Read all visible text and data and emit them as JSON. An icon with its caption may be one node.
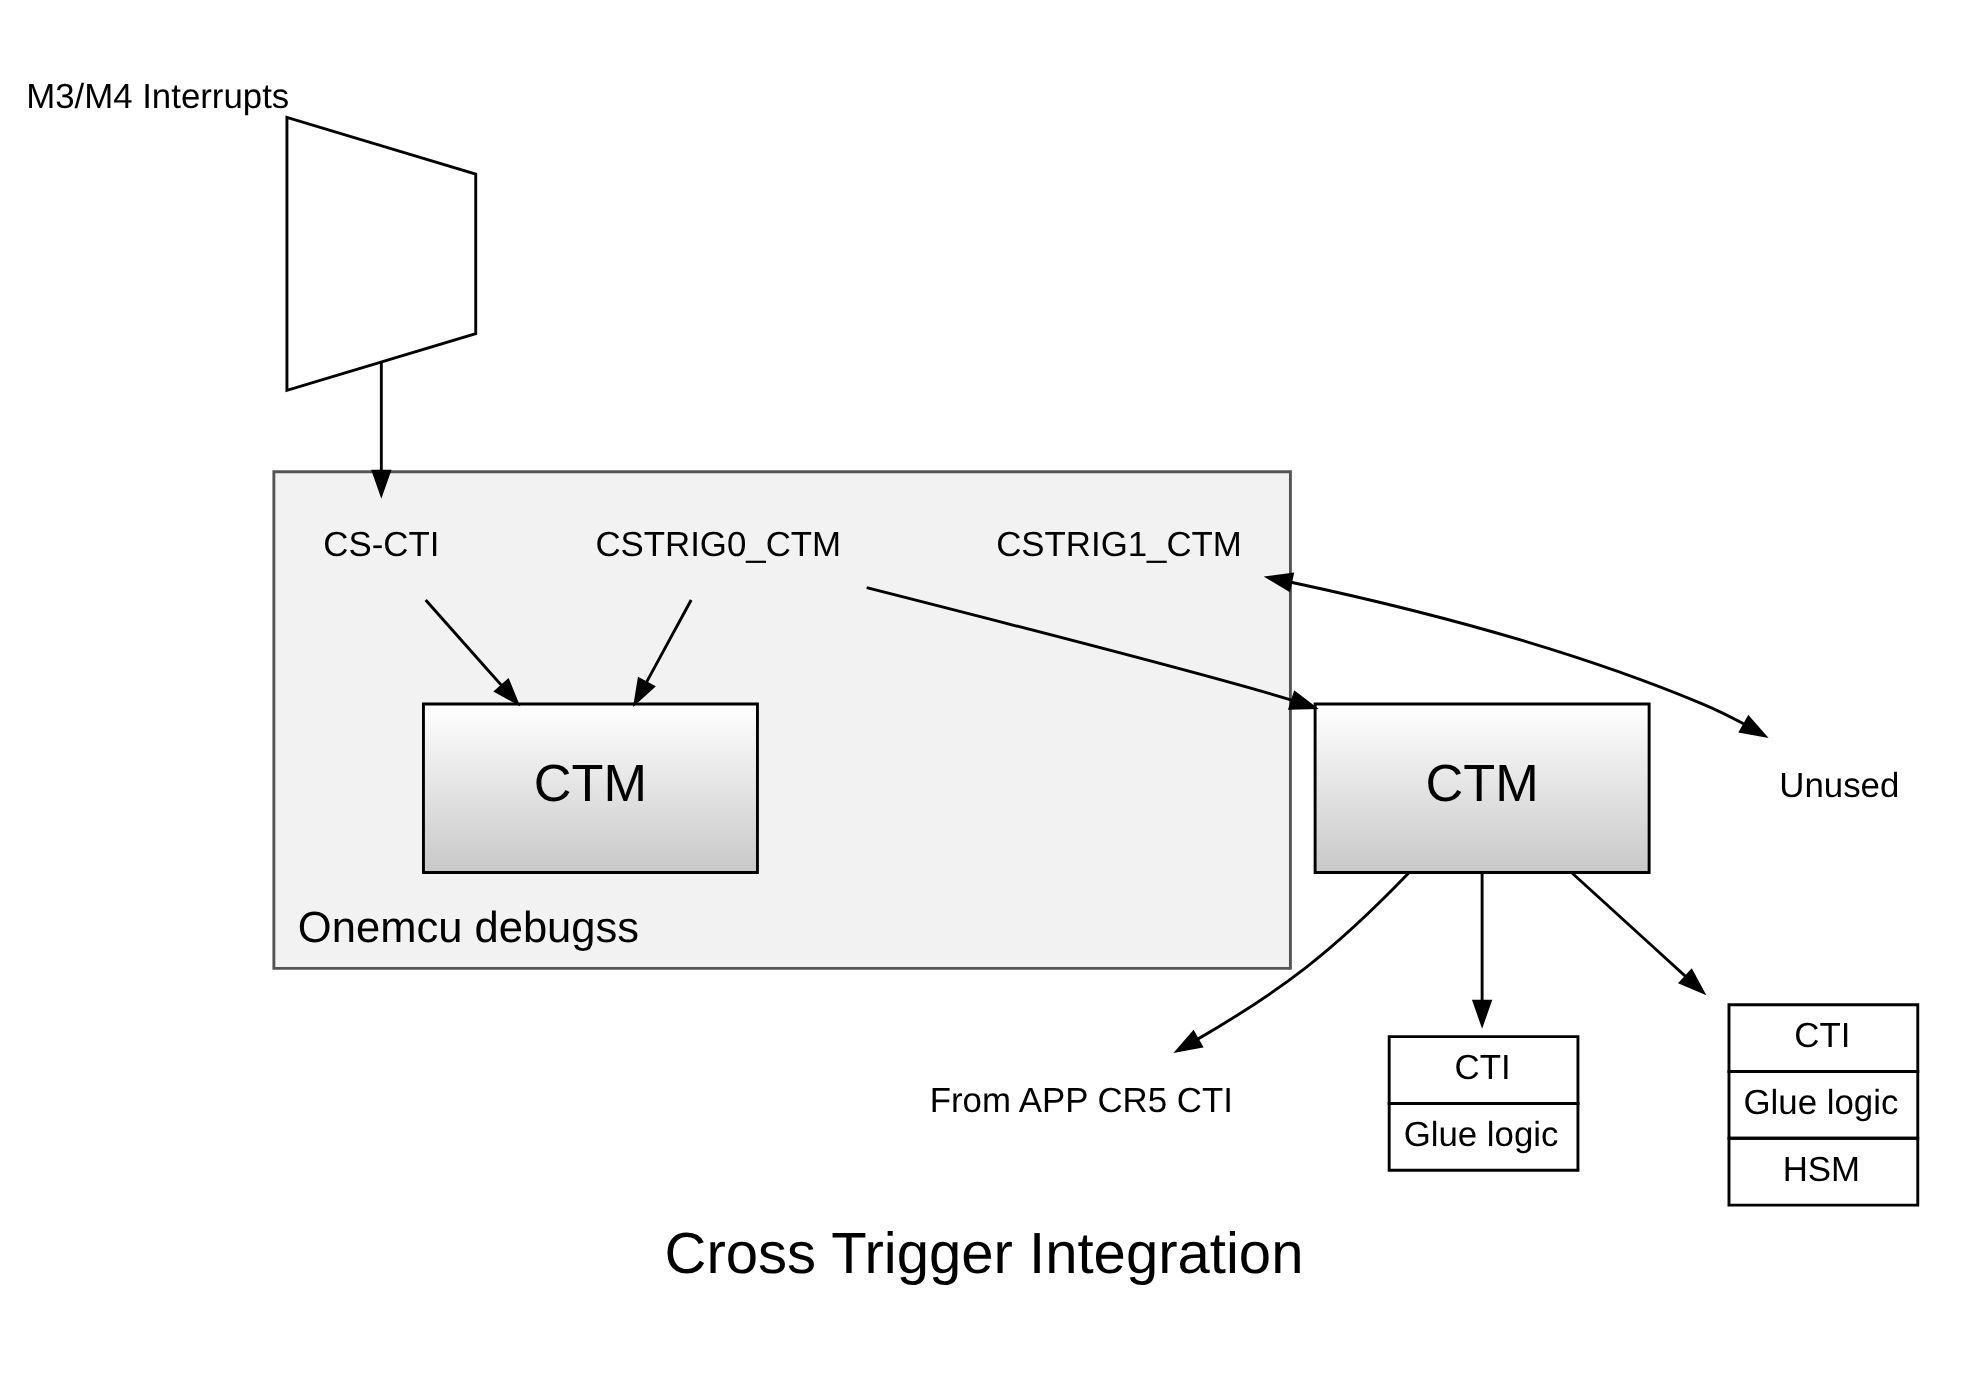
{
  "diagram": {
    "caption": "Cross Trigger Integration",
    "nodes": [
      {
        "text": [
          "Onemcu debugss"
        ]
      },
      {
        "text": [
          "CTM"
        ],
        "in": 0
      },
      {
        "text": [
          "CS-CTI"
        ],
        "in": 0
      },
      {
        "text": [
          "CSTRIG0_CTM"
        ],
        "in": 0
      },
      {
        "text": [
          "CSTRIG1_CTM"
        ],
        "in": 0
      },
      {
        "text": [],
        "shape": "trapezoid",
        "beside": [
          "M3/M4 Interrupts"
        ]
      },
      {
        "text": [
          "CTM"
        ]
      },
      {
        "text": [
          "From APP CR5 CTI"
        ]
      },
      {
        "text": [
          "Unused"
        ]
      },
      {
        "text": [
          "CTI",
          "Glue logic"
        ]
      },
      {
        "text": [
          "CTI",
          "Glue logic",
          "HSM"
        ]
      }
    ],
    "edges": [
      {
        "from": 2,
        "to": 1,
        "arrow": "to"
      },
      {
        "from": 3,
        "to": 1,
        "arrow": "to"
      },
      {
        "from": 5,
        "to": 2,
        "arrow": "to"
      },
      {
        "from": 3,
        "to": 6,
        "arrow": "to"
      },
      {
        "from": 6,
        "to": 7,
        "arrow": "to"
      },
      {
        "from": 6,
        "to": 9,
        "arrow": "to"
      },
      {
        "from": 6,
        "to": 10,
        "arrow": "to"
      },
      {
        "from": 4,
        "to": 8,
        "arrow": "both"
      }
    ]
  }
}
